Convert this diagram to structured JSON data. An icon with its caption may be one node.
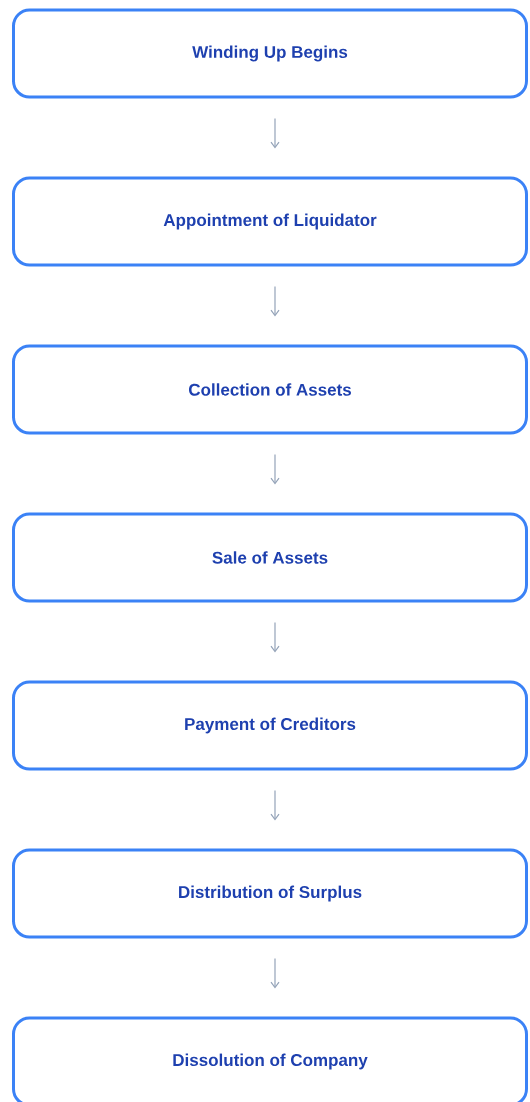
{
  "diagram": {
    "nodes": [
      {
        "text": [
          "Winding Up Begins"
        ]
      },
      {
        "text": [
          "Appointment of Liquidator"
        ]
      },
      {
        "text": [
          "Collection of Assets"
        ]
      },
      {
        "text": [
          "Sale of Assets"
        ]
      },
      {
        "text": [
          "Payment of Creditors"
        ]
      },
      {
        "text": [
          "Distribution of Surplus"
        ]
      },
      {
        "text": [
          "Dissolution of Company"
        ]
      }
    ],
    "edges": [
      {
        "from": 0,
        "to": 1,
        "arrow": "to"
      },
      {
        "from": 1,
        "to": 2,
        "arrow": "to"
      },
      {
        "from": 2,
        "to": 3,
        "arrow": "to"
      },
      {
        "from": 3,
        "to": 4,
        "arrow": "to"
      },
      {
        "from": 4,
        "to": 5,
        "arrow": "to"
      },
      {
        "from": 5,
        "to": 6,
        "arrow": "to"
      }
    ]
  }
}
